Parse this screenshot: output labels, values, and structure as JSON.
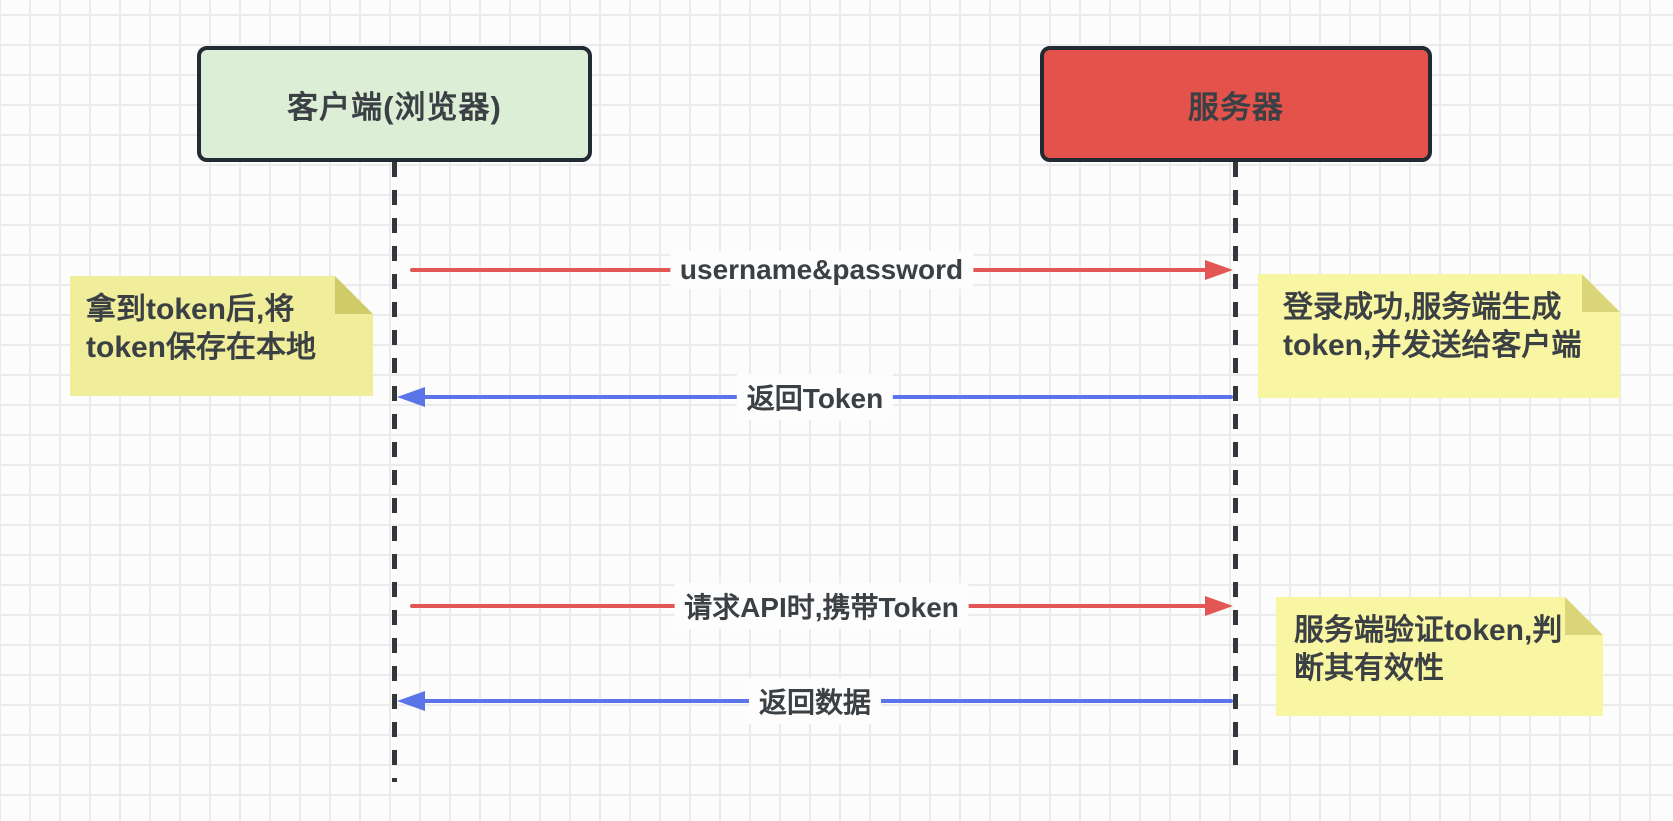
{
  "diagram_type": "sequence-diagram",
  "actors": [
    {
      "id": "client",
      "label": "客户端(浏览器)",
      "fill": "#ddeed6"
    },
    {
      "id": "server",
      "label": "服务器",
      "fill": "#e3524b"
    }
  ],
  "messages": [
    {
      "label": "username&password",
      "from": "client",
      "to": "server",
      "direction": "right",
      "color": "#e25653"
    },
    {
      "label": "返回Token",
      "from": "server",
      "to": "client",
      "direction": "left",
      "color": "#5b74e8"
    },
    {
      "label": "请求API时,携带Token",
      "from": "client",
      "to": "server",
      "direction": "right",
      "color": "#e25653"
    },
    {
      "label": "返回数据",
      "from": "server",
      "to": "client",
      "direction": "left",
      "color": "#5b74e8"
    }
  ],
  "notes": [
    {
      "position": "left-of-client",
      "lines": [
        "拿到token后,将",
        "token保存在本地"
      ]
    },
    {
      "position": "right-of-server-top",
      "lines": [
        "登录成功,服务端生成",
        "token,并发送给客户端"
      ]
    },
    {
      "position": "right-of-server-bottom",
      "lines": [
        "服务端验证token,判",
        "断其有效性"
      ]
    }
  ],
  "colors": {
    "client_fill": "#ddeed6",
    "server_fill": "#e3524b",
    "shape_border": "#222b34",
    "lifeline": "#33373b",
    "red_arrow": "#e25653",
    "blue_arrow": "#5b74e8",
    "note_fill_left": "#f0ee9b",
    "note_fill_right": "#f9f6a3",
    "note_fold_left": "#cfcb68",
    "note_fold_right": "#d9d578",
    "text": "#3b4045",
    "grid_line": "#ebebeb",
    "canvas_bg": "#fcfcfc"
  }
}
